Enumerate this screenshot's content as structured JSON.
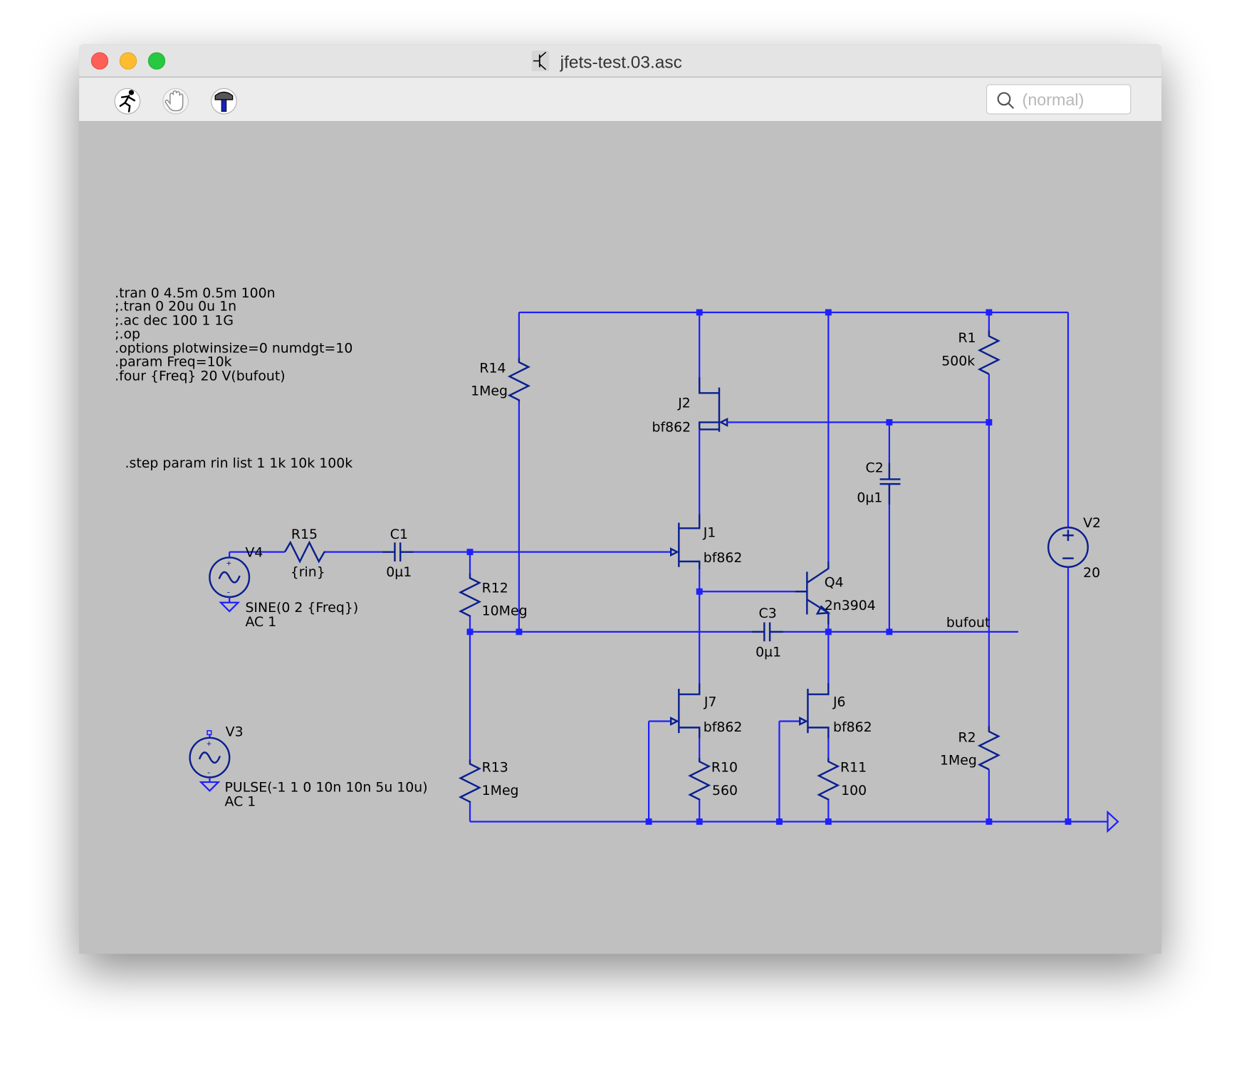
{
  "window": {
    "title": "jfets-test.03.asc",
    "title_icon": "npn-transistor-icon",
    "traffic_lights": {
      "close": "#fe5f57",
      "minimize": "#febc2e",
      "zoom": "#28c840"
    }
  },
  "toolbar": {
    "buttons": [
      {
        "name": "run-simulation",
        "icon": "running-man-icon"
      },
      {
        "name": "halt",
        "icon": "hand-icon"
      },
      {
        "name": "control-panel",
        "icon": "hammer-icon"
      }
    ],
    "search": {
      "placeholder": "(normal)",
      "value": ""
    }
  },
  "colors": {
    "canvas": "#c0c0c0",
    "wire": "#1f1fff",
    "symbol": "#0a1f8f",
    "text": "#000000"
  },
  "directives": [
    ".tran 0 4.5m 0.5m 100n",
    ";.tran 0 20u 0u 1n",
    ";.ac dec 100 1 1G",
    ";.op",
    ".options plotwinsize=0 numdgt=10",
    ".param Freq=10k",
    ".four {Freq} 20 V(bufout)"
  ],
  "step_directive": ".step param rin list 1 1k 10k 100k",
  "components": {
    "V4": {
      "name": "V4",
      "value": "SINE(0 2 {Freq})",
      "value2": "AC 1"
    },
    "V3": {
      "name": "V3",
      "value": "PULSE(-1 1 0 10n 10n 5u 10u)",
      "value2": "AC 1"
    },
    "V2": {
      "name": "V2",
      "value": "20"
    },
    "R15": {
      "name": "R15",
      "value": "{rin}"
    },
    "C1": {
      "name": "C1",
      "value": "0µ1"
    },
    "R12": {
      "name": "R12",
      "value": "10Meg"
    },
    "R13": {
      "name": "R13",
      "value": "1Meg"
    },
    "R14": {
      "name": "R14",
      "value": "1Meg"
    },
    "J2": {
      "name": "J2",
      "value": "bf862"
    },
    "J1": {
      "name": "J1",
      "value": "bf862"
    },
    "J7": {
      "name": "J7",
      "value": "bf862"
    },
    "J6": {
      "name": "J6",
      "value": "bf862"
    },
    "R10": {
      "name": "R10",
      "value": "560"
    },
    "R11": {
      "name": "R11",
      "value": "100"
    },
    "Q4": {
      "name": "Q4",
      "value": "2n3904"
    },
    "C2": {
      "name": "C2",
      "value": "0µ1"
    },
    "C3": {
      "name": "C3",
      "value": "0µ1"
    },
    "R1": {
      "name": "R1",
      "value": "500k"
    },
    "R2": {
      "name": "R2",
      "value": "1Meg"
    }
  },
  "net_labels": {
    "bufout": "bufout"
  }
}
